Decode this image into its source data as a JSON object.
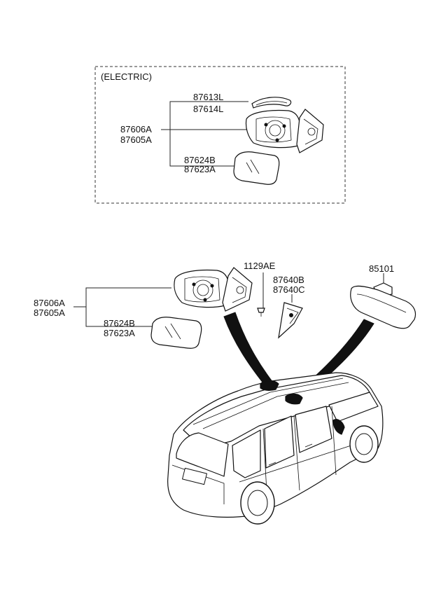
{
  "inset": {
    "title": "(ELECTRIC)",
    "labels": {
      "cover_upper": "87613L",
      "cover_lower": "87614L",
      "mirror_upper": "87606A",
      "mirror_lower": "87605A",
      "glass_upper": "87624B",
      "glass_lower": "87623A"
    }
  },
  "main": {
    "labels": {
      "mirror_upper": "87606A",
      "mirror_lower": "87605A",
      "glass_upper": "87624B",
      "glass_lower": "87623A",
      "screw": "1129AE",
      "garnish_upper": "87640B",
      "garnish_lower": "87640C",
      "inside_mirror": "85101"
    }
  }
}
